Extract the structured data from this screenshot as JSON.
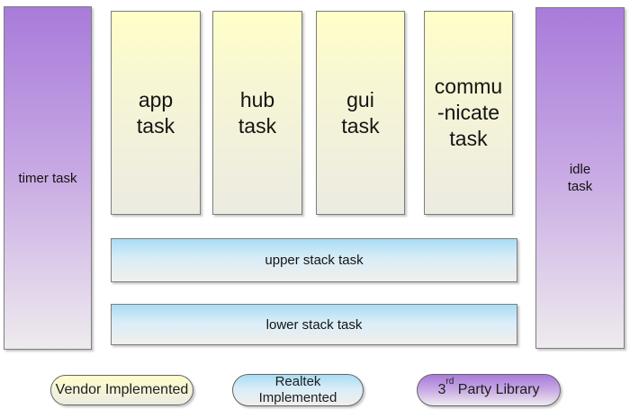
{
  "colors": {
    "vendor_gradient_top": "#ffffc8",
    "vendor_gradient_bottom": "#ecebe2",
    "realtek_gradient_top": "#a9dcf4",
    "realtek_gradient_bottom": "#f1efec",
    "third_party_gradient_top": "#a87bda",
    "third_party_gradient_bottom": "#eeebee",
    "box_border": "#7d7d7d",
    "text": "#141414",
    "background": "#ffffff"
  },
  "diagram": {
    "timer": {
      "label": "timer task"
    },
    "idle": {
      "lines": [
        "idle",
        "task"
      ]
    },
    "app_tasks": [
      {
        "lines": [
          "app",
          "task"
        ]
      },
      {
        "lines": [
          "hub",
          "task"
        ]
      },
      {
        "lines": [
          "gui",
          "task"
        ]
      },
      {
        "lines": [
          "commu",
          "-nicate",
          "task"
        ]
      }
    ],
    "stack_tasks": [
      {
        "label": "upper stack task"
      },
      {
        "label": "lower stack task"
      }
    ]
  },
  "legend": {
    "vendor": {
      "label": "Vendor Implemented"
    },
    "realtek": {
      "lines": [
        "Realtek",
        "Implemented"
      ]
    },
    "third_party": {
      "prefix": "3",
      "superscript": "rd",
      "suffix": " Party Library"
    }
  }
}
